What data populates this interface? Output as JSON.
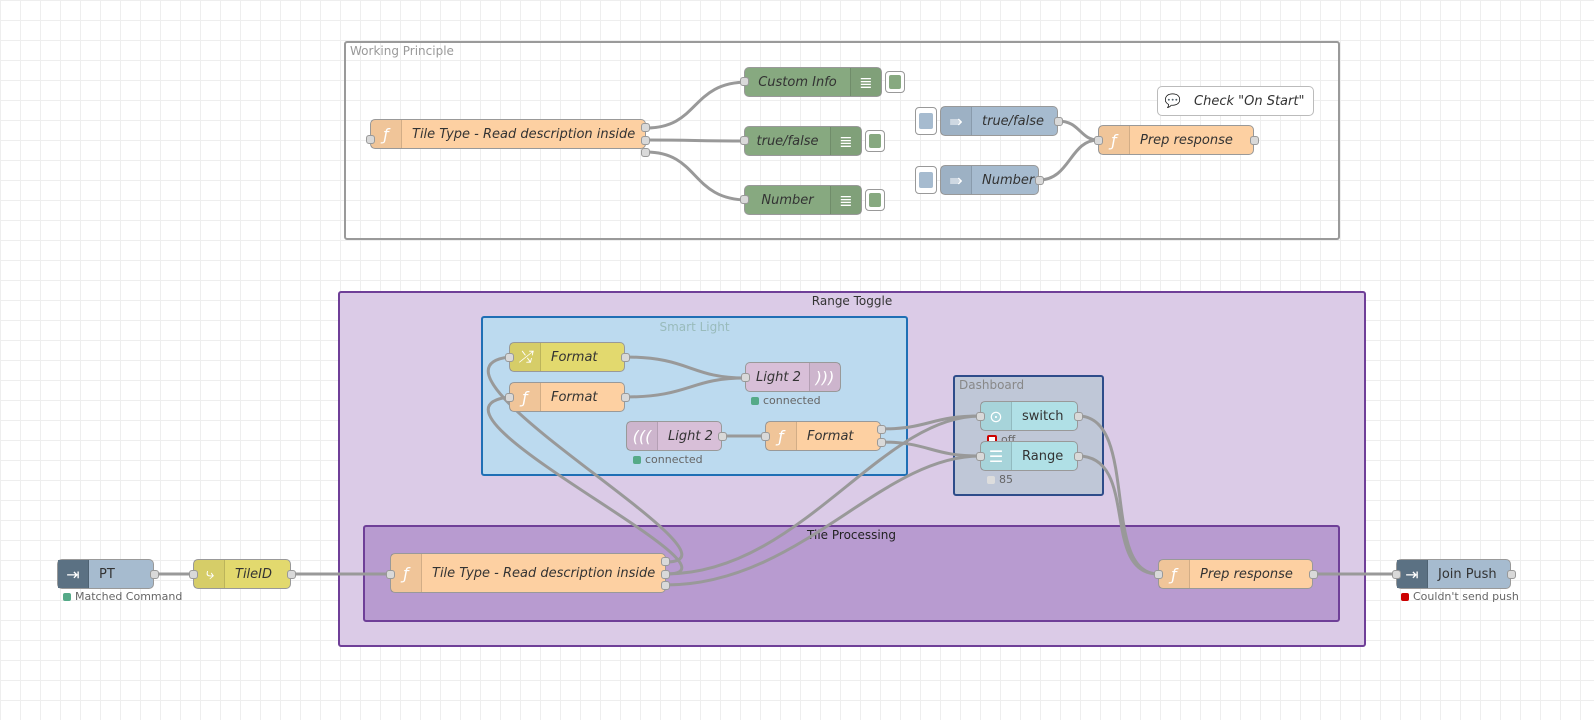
{
  "groups": {
    "working_principle": "Working Principle",
    "range_toggle": "Range Toggle",
    "smart_light": "Smart Light",
    "dashboard": "Dashboard",
    "tile_processing": "Tile Processing"
  },
  "nodes": {
    "wp_tile_type": "Tile Type - Read description inside",
    "wp_custom_info": "Custom Info",
    "wp_true_false": "true/false",
    "wp_number": "Number",
    "wp_link_true_false": "true/false",
    "wp_link_number": "Number",
    "wp_prep_response": "Prep response",
    "wp_comment": "Check \"On Start\"",
    "format_change": "Format",
    "format_function": "Format",
    "light2_out": "Light 2",
    "light2_in": "Light 2",
    "format_light": "Format",
    "switch": "switch",
    "range": "Range",
    "pt": "PT",
    "tileid": "TileID",
    "tp_tile_type": "Tile Type - Read description inside",
    "tp_prep_response": "Prep response",
    "join_push": "Join Push"
  },
  "status": {
    "light2_out": "connected",
    "light2_in": "connected",
    "switch": "off",
    "range": "85",
    "pt": "Matched Command",
    "join_push": "Couldn't send push"
  },
  "colors": {
    "function": "#fdd0a2",
    "debug": "#87a980",
    "link": "#a6bbcf",
    "change": "#e2d96e",
    "ha": "#d8bfd8",
    "dashboard_ui": "#b0e0e6",
    "join": "#a6bbcf",
    "switch_node": "#e2d96e",
    "group_range": "#dbcbe7",
    "group_tile": "#b89bd0",
    "group_smart": "#bcdaef",
    "group_dashboard": "#bfc7d7",
    "status_green": "#5a8",
    "status_red": "#c00",
    "wire": "#999999"
  }
}
